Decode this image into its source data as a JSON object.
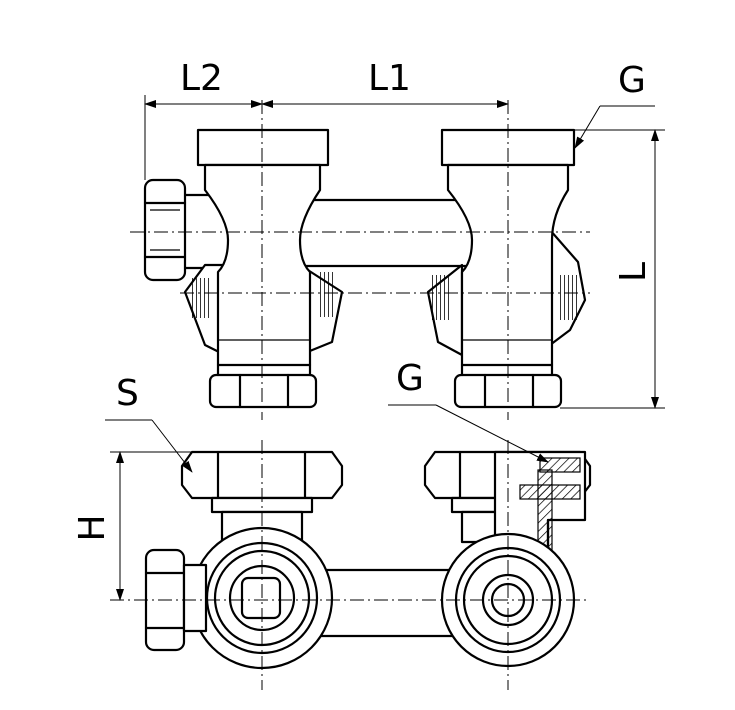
{
  "labels": {
    "l2": "L2",
    "l1": "L1",
    "g_top": "G",
    "l": "L",
    "s": "S",
    "g_mid": "G",
    "h": "H"
  }
}
